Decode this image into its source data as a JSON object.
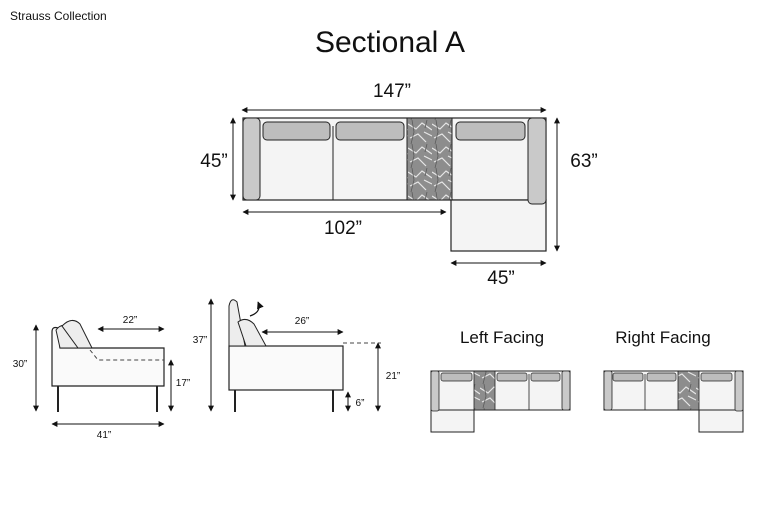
{
  "brand": "Strauss Collection",
  "title": "Sectional A",
  "top_view": {
    "overall_width": "147”",
    "depth": "45”",
    "chaise_length": "63”",
    "section_width": "102”",
    "chaise_width": "45”"
  },
  "side_view": {
    "seat_depth": "22”",
    "height": "30”",
    "seat_height": "17”",
    "depth": "41”"
  },
  "recline_view": {
    "height": "37”",
    "reclined_depth": "26”",
    "arm_height": "21”",
    "leg_height": "6”"
  },
  "orientations": {
    "left": "Left Facing",
    "right": "Right Facing"
  },
  "colors": {
    "line": "#222222",
    "fill": "#f2f2f2",
    "pillow": "#bdbdbd",
    "arm": "#c9c9c9",
    "marble": "#8f8f8f"
  }
}
